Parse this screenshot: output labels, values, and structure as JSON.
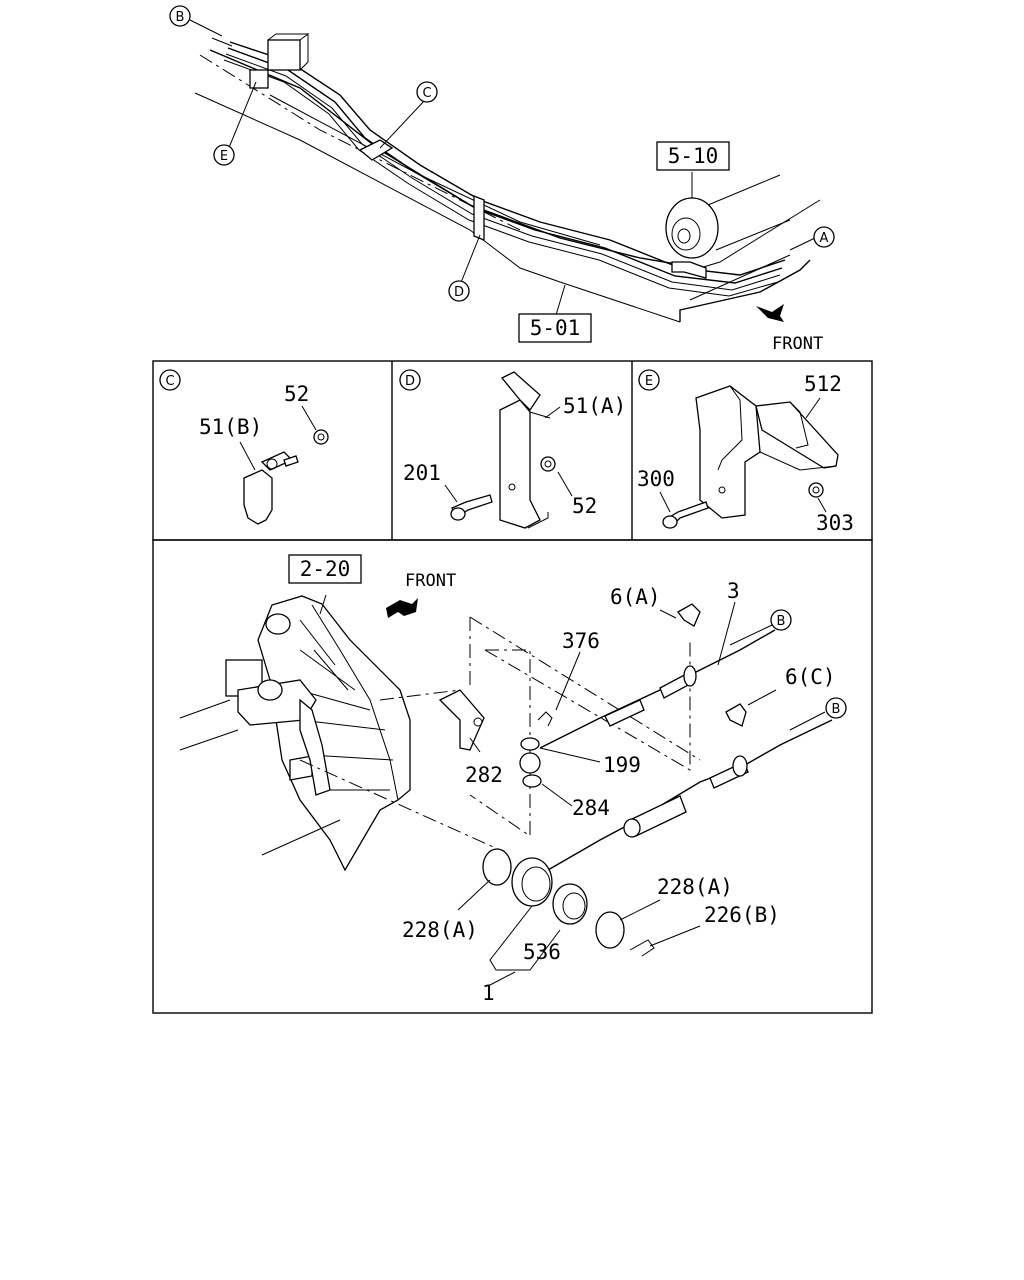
{
  "refs": {
    "frame": "5-01",
    "muffler": "5-10",
    "clutch_housing": "2-20"
  },
  "callouts": {
    "A": "A",
    "B": "B",
    "C": "C",
    "D": "D",
    "E": "E"
  },
  "front_labels": {
    "top": "FRONT",
    "bottom": "FRONT"
  },
  "panels": {
    "C": {
      "letter": "C",
      "parts": [
        "52",
        "51(B)"
      ]
    },
    "D": {
      "letter": "D",
      "parts": [
        "51(A)",
        "201",
        "52"
      ]
    },
    "E": {
      "letter": "E",
      "parts": [
        "512",
        "300",
        "303"
      ]
    }
  },
  "main_parts": {
    "p6a": "6(A)",
    "p3": "3",
    "p376": "376",
    "p6c": "6(C)",
    "p282": "282",
    "p199": "199",
    "p284": "284",
    "p228a_left": "228(A)",
    "p228a_right": "228(A)",
    "p226b": "226(B)",
    "p536": "536",
    "p1": "1"
  }
}
